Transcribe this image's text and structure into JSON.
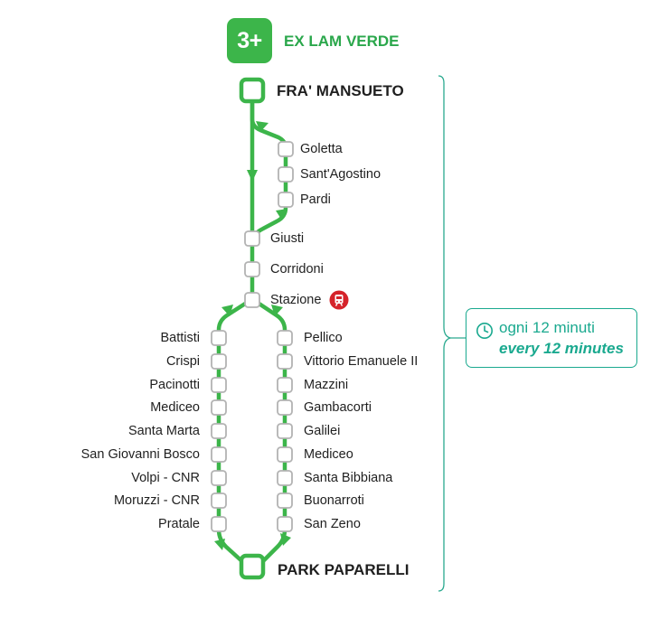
{
  "line": {
    "number": "3+",
    "name": "EX LAM VERDE",
    "color": "#3cb54a",
    "text_color": "#2aa74b"
  },
  "termini": {
    "start": "FRA' MANSUETO",
    "end": "PARK PAPARELLI"
  },
  "branch_stops": [
    "Goletta",
    "Sant'Agostino",
    "Pardi"
  ],
  "trunk_stops": [
    "Giusti",
    "Corridoni",
    "Stazione"
  ],
  "left_loop_stops": [
    "Battisti",
    "Crispi",
    "Pacinotti",
    "Mediceo",
    "Santa Marta",
    "San Giovanni Bosco",
    "Volpi - CNR",
    "Moruzzi - CNR",
    "Pratale"
  ],
  "right_loop_stops": [
    "Pellico",
    "Vittorio Emanuele II",
    "Mazzini",
    "Gambacorti",
    "Galilei",
    "Mediceo",
    "Santa Bibbiana",
    "Buonarroti",
    "San Zeno"
  ],
  "frequency": {
    "italian": "ogni 12 minuti",
    "english": "every 12 minutes",
    "accent_color": "#1aa98f"
  },
  "icons": {
    "train": "train-icon",
    "clock": "clock-icon"
  },
  "colors": {
    "train_icon": "#d5232a",
    "stop_border": "#b3b3b3",
    "bracket": "#2aa98f"
  }
}
